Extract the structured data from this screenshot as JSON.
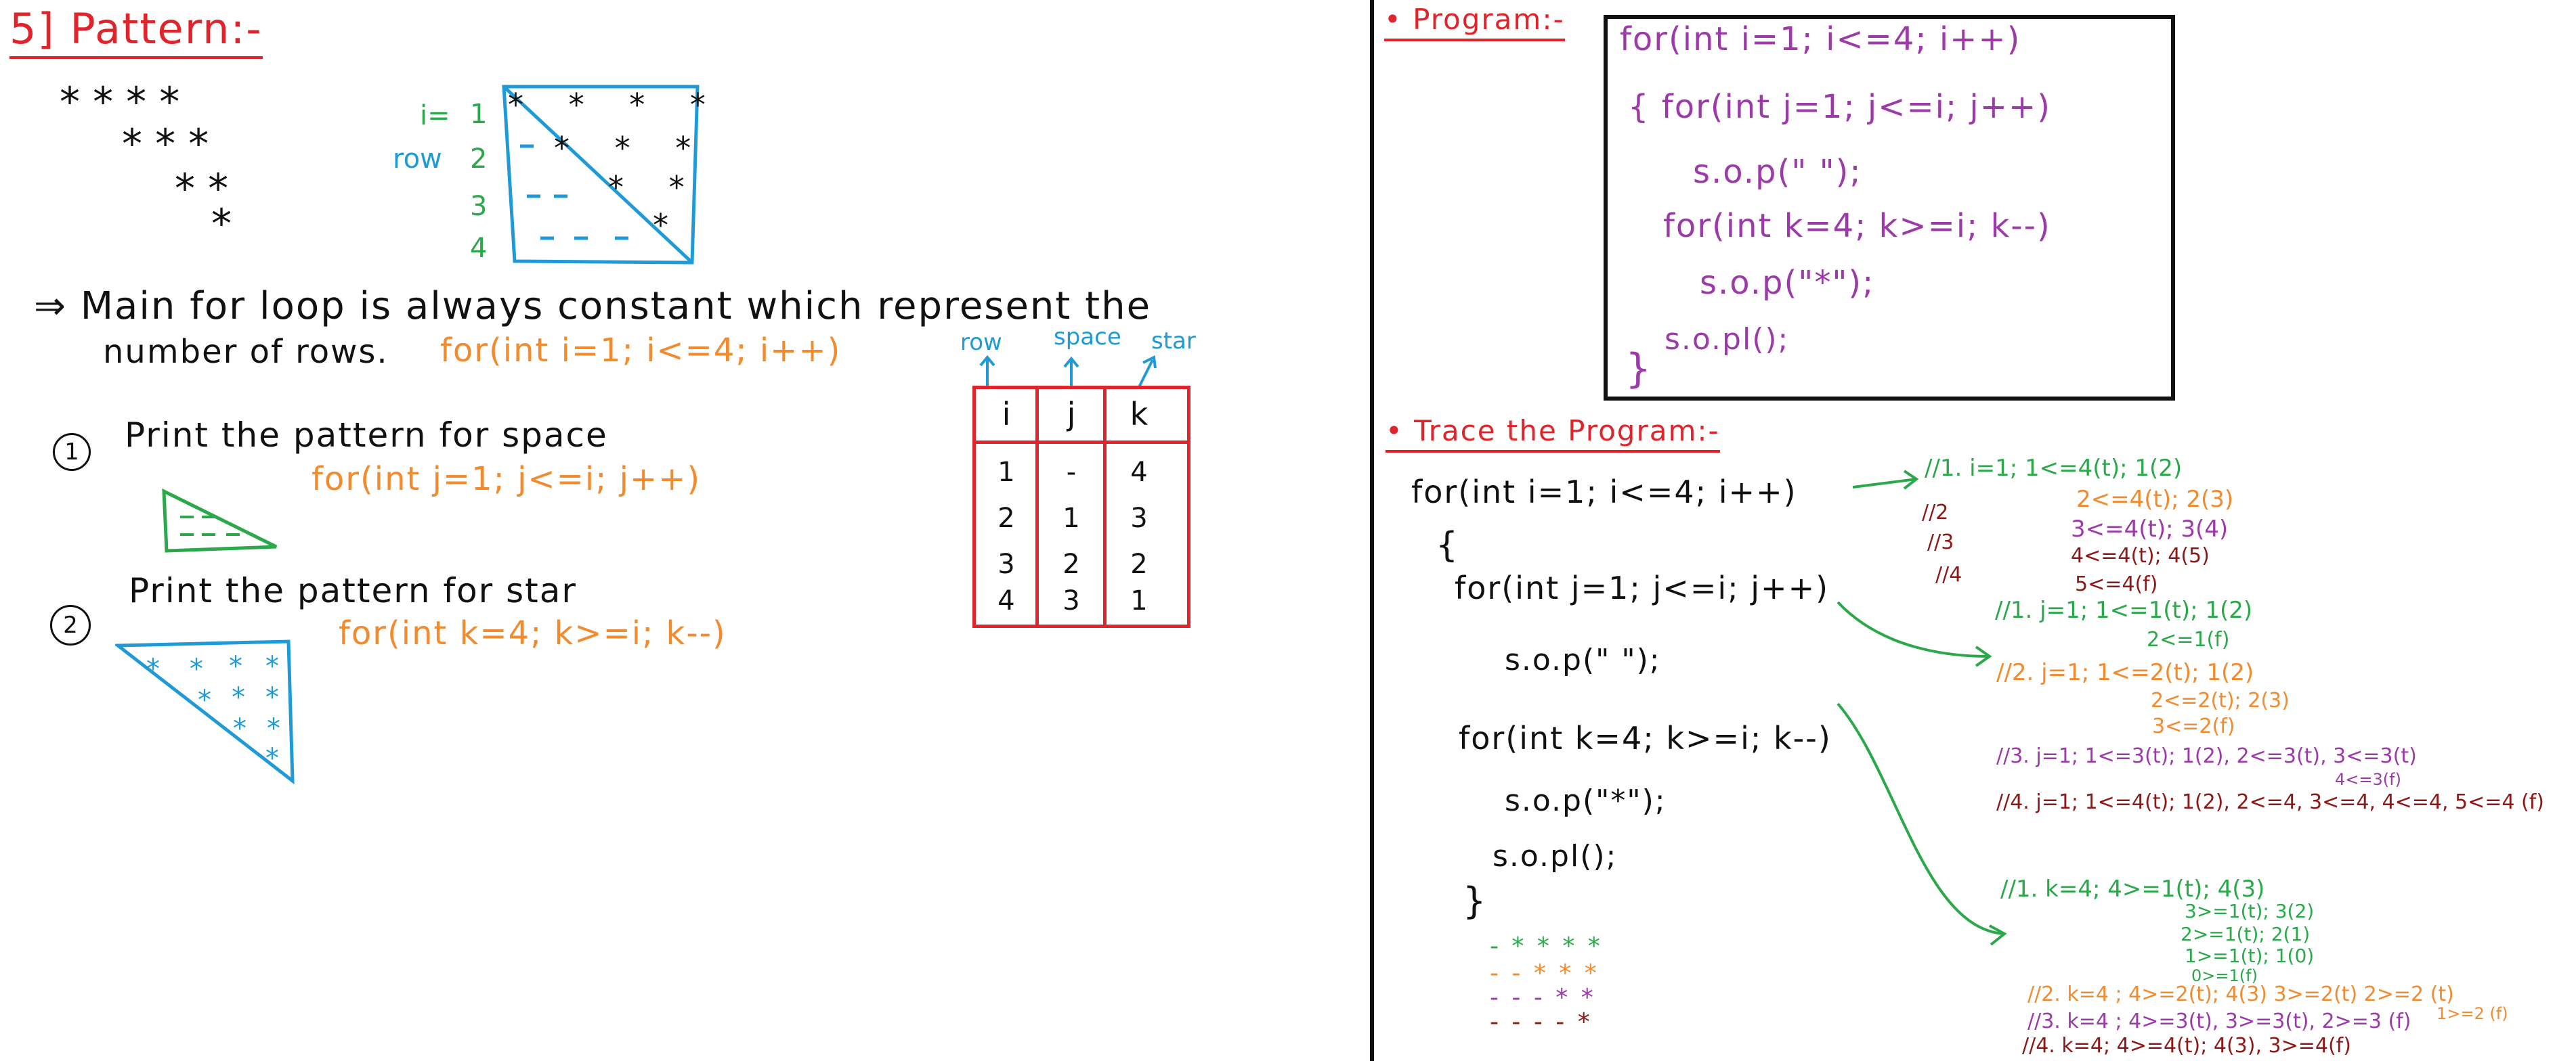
{
  "left": {
    "heading": "5] Pattern:-",
    "pattern_rows": [
      "* * * *",
      "* * *",
      "* *",
      "*"
    ],
    "row_labels": {
      "i_eq": "i=",
      "row": "row",
      "nums": [
        "1",
        "2",
        "3",
        "4"
      ]
    },
    "main_loop_line1": "⇒  Main for loop is always constant which represent the",
    "main_loop_line2": "number of rows.",
    "main_loop_code": "for(int i=1; i<=4; i++)",
    "step1_num": "1",
    "step1_text": "Print the pattern for space",
    "step1_code": "for(int j=1; j<=i; j++)",
    "step2_num": "2",
    "step2_text": "Print the pattern for star",
    "step2_code": "for(int k=4; k>=i; k--)",
    "table": {
      "arrow_labels": [
        "row",
        "space",
        "star"
      ],
      "headers": [
        "i",
        "j",
        "k"
      ],
      "rows": [
        [
          "1",
          "-",
          "4"
        ],
        [
          "2",
          "1",
          "3"
        ],
        [
          "3",
          "2",
          "2"
        ],
        [
          "4",
          "3",
          "1"
        ]
      ]
    }
  },
  "right": {
    "program_heading": "• Program:-",
    "program_lines": [
      "for(int i=1; i<=4; i++)",
      "{  for(int j=1; j<=i; j++)",
      "s.o.p(\"  \");",
      "for(int k=4; k>=i; k--)",
      "s.o.p(\"*\");",
      "s.o.pl();",
      "}"
    ],
    "trace_heading": "• Trace the Program:-",
    "trace_code": [
      "for(int i=1; i<=4; i++)",
      "{",
      "for(int j=1; j<=i; j++)",
      "s.o.p(\"  \");",
      "for(int k=4; k>=i; k--)",
      "s.o.p(\"*\");",
      "s.o.pl();",
      "}"
    ],
    "i_trace": {
      "green": [
        "//1.  i=1;  1<=4(t); 1(2)"
      ],
      "orange": [
        "2<=4(t); 2(3)"
      ],
      "purple": [
        "3<=4(t); 3(4)"
      ],
      "darkred": [
        "4<=4(t); 4(5)",
        "5<=4(f)"
      ],
      "side_labels": [
        "//2",
        "//3",
        "//4"
      ]
    },
    "j_trace": [
      {
        "color": "green",
        "text": "//1. j=1;  1<=1(t); 1(2)"
      },
      {
        "color": "green",
        "text": "2<=1(f)"
      },
      {
        "color": "orange",
        "text": "//2. j=1;  1<=2(t); 1(2)"
      },
      {
        "color": "orange",
        "text": "2<=2(t); 2(3)"
      },
      {
        "color": "orange",
        "text": "3<=2(f)"
      },
      {
        "color": "purple",
        "text": "//3. j=1;  1<=3(t); 1(2), 2<=3(t), 3<=3(t)"
      },
      {
        "color": "purple",
        "text": "4<=3(f)"
      },
      {
        "color": "darkred",
        "text": "//4. j=1; 1<=4(t); 1(2), 2<=4, 3<=4, 4<=4, 5<=4 (f)"
      }
    ],
    "k_trace": [
      {
        "color": "green",
        "text": "//1. k=4;  4>=1(t); 4(3)"
      },
      {
        "color": "green",
        "text": "3>=1(t); 3(2)"
      },
      {
        "color": "green",
        "text": "2>=1(t); 2(1)"
      },
      {
        "color": "green",
        "text": "1>=1(t); 1(0)"
      },
      {
        "color": "green",
        "text": "0>=1(f)"
      },
      {
        "color": "orange",
        "text": "//2. k=4 ; 4>=2(t); 4(3) 3>=2(t) 2>=2 (t)"
      },
      {
        "color": "orange",
        "text": "1>=2 (f)"
      },
      {
        "color": "purple",
        "text": "//3. k=4 ; 4>=3(t), 3>=3(t), 2>=3 (f)"
      },
      {
        "color": "darkred",
        "text": "//4. k=4;  4>=4(t); 4(3), 3>=4(f)"
      }
    ],
    "output_rows": [
      {
        "color": "green",
        "text": "- * * * *"
      },
      {
        "color": "orange",
        "text": "- - * * *"
      },
      {
        "color": "purple",
        "text": "- - - * *"
      },
      {
        "color": "darkred",
        "text": "- - - - *"
      }
    ]
  }
}
